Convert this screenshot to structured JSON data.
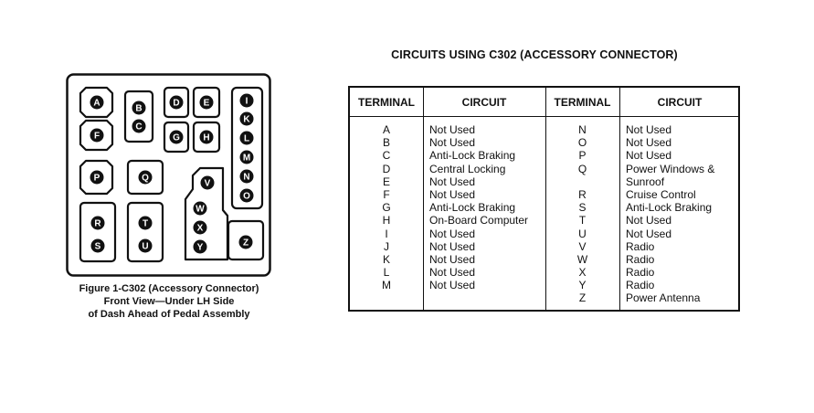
{
  "figure": {
    "caption_lines": [
      "Figure 1-C302 (Accessory Connector)",
      "Front View—Under LH Side",
      "of Dash Ahead of Pedal Assembly"
    ],
    "pins": {
      "A": "A",
      "B": "B",
      "C": "C",
      "D": "D",
      "E": "E",
      "F": "F",
      "G": "G",
      "H": "H",
      "I": "I",
      "K": "K",
      "L": "L",
      "M": "M",
      "N": "N",
      "O": "O",
      "P": "P",
      "Q": "Q",
      "R": "R",
      "S": "S",
      "T": "T",
      "U": "U",
      "V": "V",
      "W": "W",
      "X": "X",
      "Y": "Y",
      "Z": "Z"
    }
  },
  "table": {
    "title": "CIRCUITS USING C302 (ACCESSORY CONNECTOR)",
    "headers": {
      "terminal_left": "TERMINAL",
      "circuit_left": "CIRCUIT",
      "terminal_right": "TERMINAL",
      "circuit_right": "CIRCUIT"
    },
    "left_rows": [
      {
        "terminal": "A",
        "circuit": "Not Used"
      },
      {
        "terminal": "B",
        "circuit": "Not Used"
      },
      {
        "terminal": "C",
        "circuit": "Anti-Lock Braking"
      },
      {
        "terminal": "D",
        "circuit": "Central Locking"
      },
      {
        "terminal": "E",
        "circuit": "Not Used"
      },
      {
        "terminal": "F",
        "circuit": "Not Used"
      },
      {
        "terminal": "G",
        "circuit": "Anti-Lock Braking"
      },
      {
        "terminal": "H",
        "circuit": "On-Board Computer"
      },
      {
        "terminal": "I",
        "circuit": "Not Used"
      },
      {
        "terminal": "J",
        "circuit": "Not Used"
      },
      {
        "terminal": "K",
        "circuit": "Not Used"
      },
      {
        "terminal": "L",
        "circuit": "Not Used"
      },
      {
        "terminal": "M",
        "circuit": "Not Used"
      }
    ],
    "right_rows": [
      {
        "terminal": "N",
        "circuit": "Not Used"
      },
      {
        "terminal": "O",
        "circuit": "Not Used"
      },
      {
        "terminal": "P",
        "circuit": "Not Used"
      },
      {
        "terminal": "Q",
        "circuit": "Power Windows &"
      },
      {
        "terminal": "",
        "circuit": "Sunroof"
      },
      {
        "terminal": "R",
        "circuit": "Cruise Control"
      },
      {
        "terminal": "S",
        "circuit": "Anti-Lock Braking"
      },
      {
        "terminal": "T",
        "circuit": "Not Used"
      },
      {
        "terminal": "U",
        "circuit": "Not Used"
      },
      {
        "terminal": "V",
        "circuit": "Radio"
      },
      {
        "terminal": "W",
        "circuit": "Radio"
      },
      {
        "terminal": "X",
        "circuit": "Radio"
      },
      {
        "terminal": "Y",
        "circuit": "Radio"
      },
      {
        "terminal": "Z",
        "circuit": "Power Antenna"
      }
    ]
  }
}
